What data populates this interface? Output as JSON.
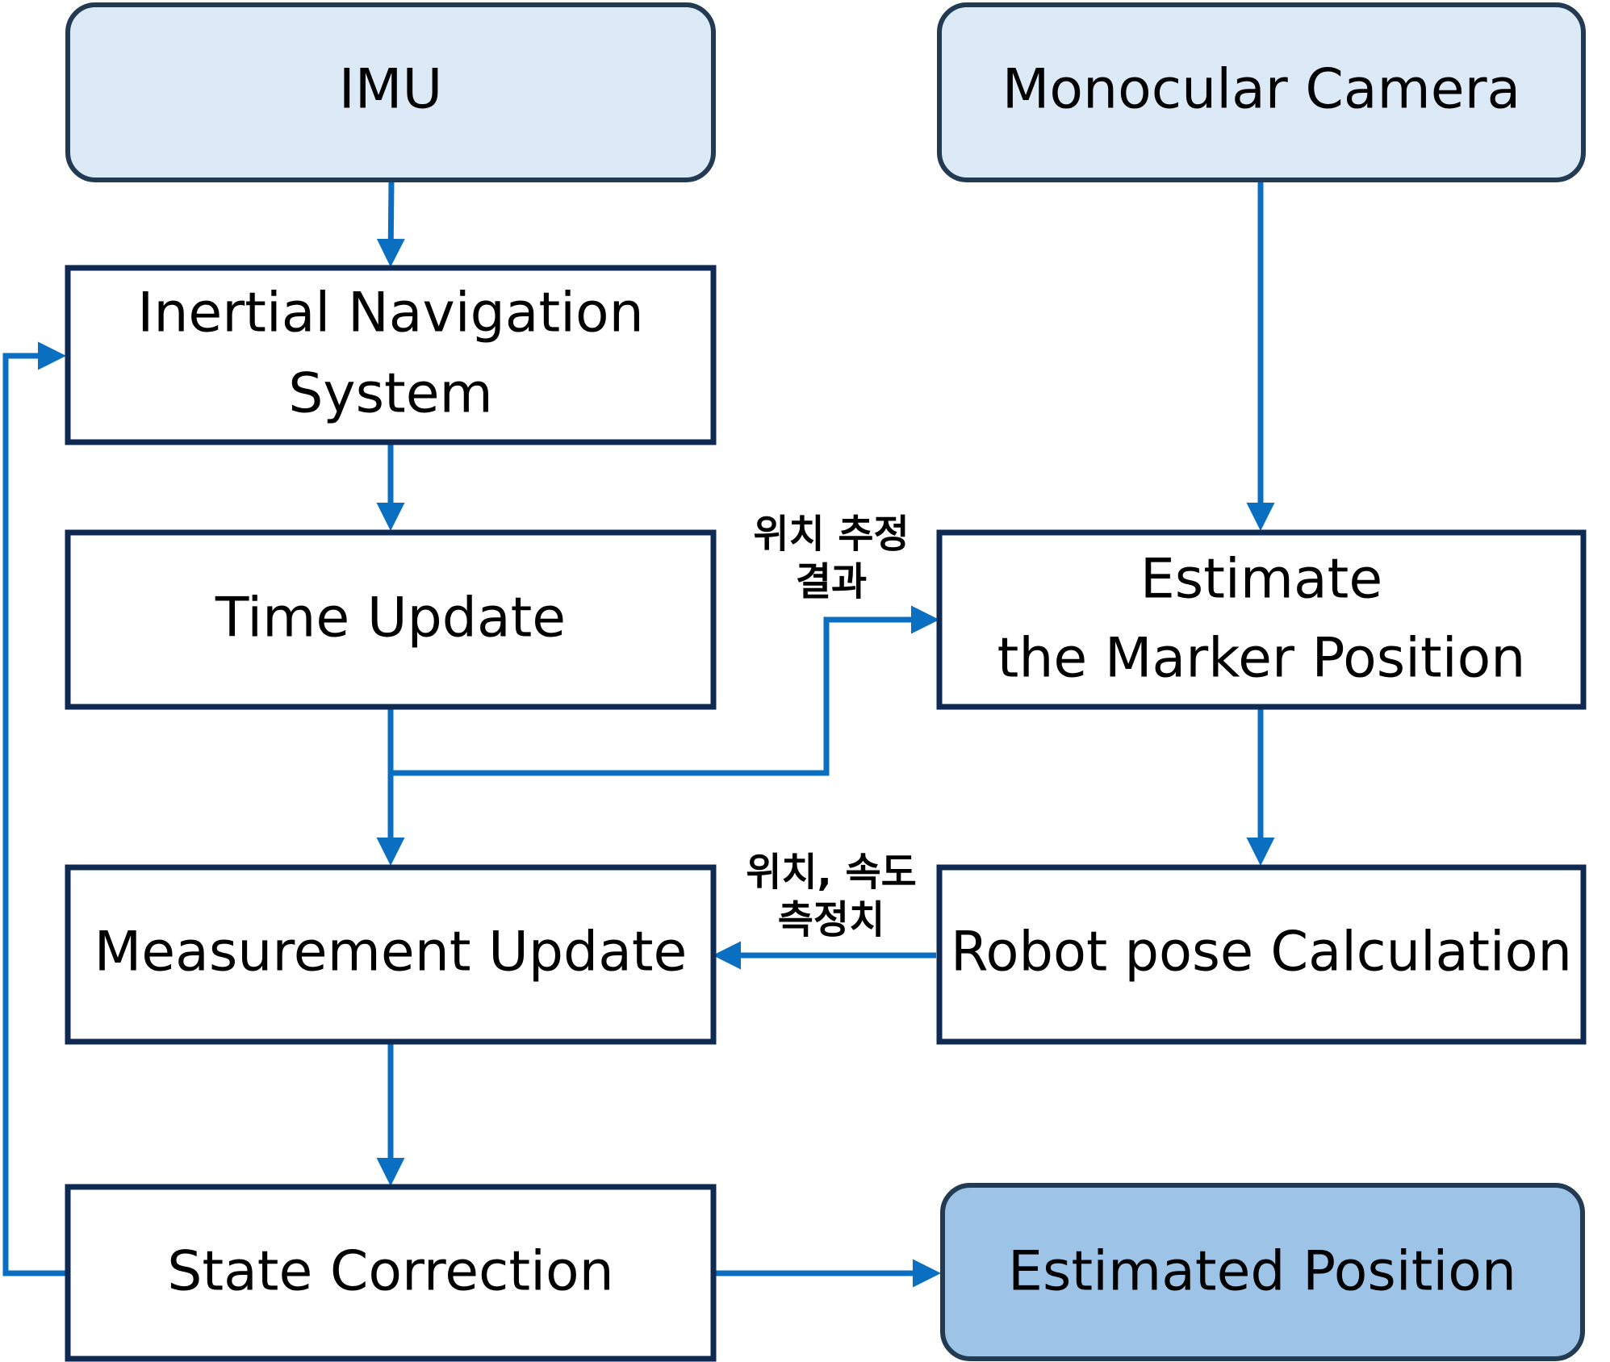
{
  "colors": {
    "line": "#0b6fc1",
    "box_border": "#0f2a52",
    "source_fill": "#dce9f6",
    "output_fill": "#9dc3e6",
    "source_border": "#223a52"
  },
  "nodes": {
    "imu": "IMU",
    "camera": "Monocular Camera",
    "ins_line1": "Inertial Navigation",
    "ins_line2": "System",
    "time_update": "Time Update",
    "marker_line1": "Estimate",
    "marker_line2": "the Marker Position",
    "measurement_update": "Measurement Update",
    "robot_pose": "Robot pose Calculation",
    "state_correction": "State Correction",
    "estimated_position": "Estimated Position"
  },
  "edge_labels": {
    "position_estimate_line1": "위치 추정",
    "position_estimate_line2": "결과",
    "pos_vel_measure_line1": "위치, 속도",
    "pos_vel_measure_line2": "측정치"
  }
}
